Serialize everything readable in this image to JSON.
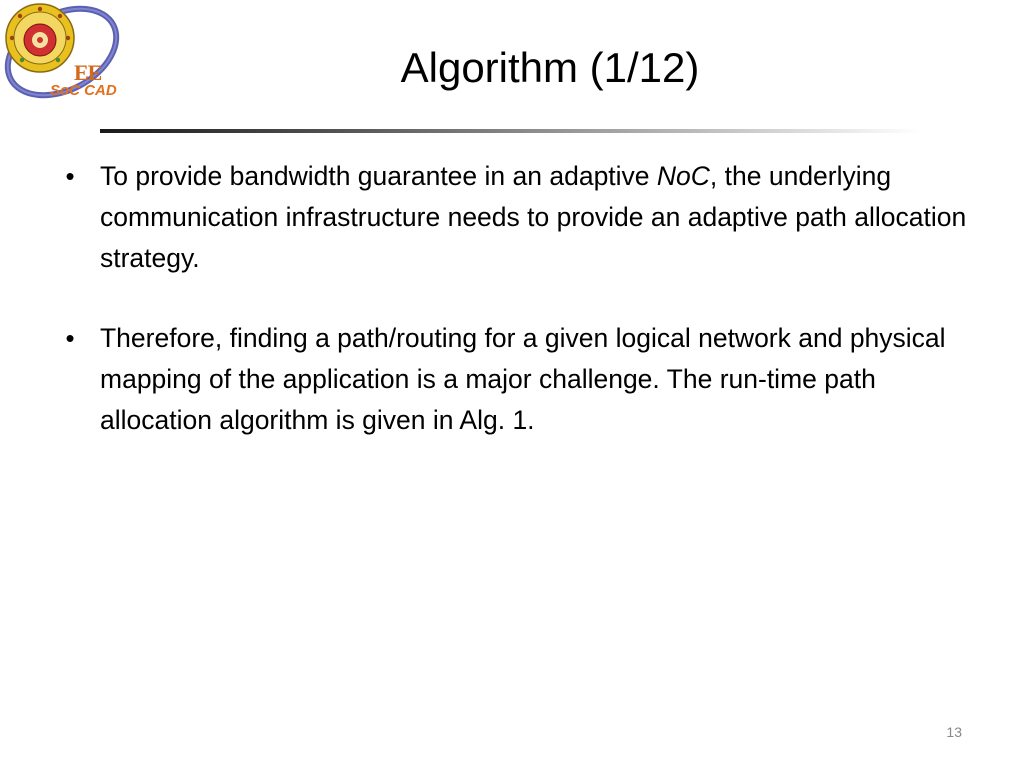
{
  "slide": {
    "logo": {
      "ee_text": "EE",
      "soc_text": "SoC CAD"
    },
    "title": "Algorithm (1/12)",
    "bullets": [
      {
        "before": "To provide bandwidth guarantee in an adaptive ",
        "emphasis": "NoC",
        "after": ", the underlying communication infrastructure needs to provide an adaptive path allocation strategy."
      },
      {
        "before": "Therefore, finding a path/routing for a given logical network and physical mapping of the application is a major challenge. The run-time path allocation algorithm is given in Alg. 1.",
        "emphasis": "",
        "after": ""
      }
    ],
    "bullet_symbol": "•",
    "page_number": "13"
  },
  "colors": {
    "logo_ring": "#4a4fa8",
    "logo_gold": "#e8c020",
    "logo_red": "#d03030",
    "logo_text": "#e07020",
    "rule_dark": "#1a1a1a"
  }
}
